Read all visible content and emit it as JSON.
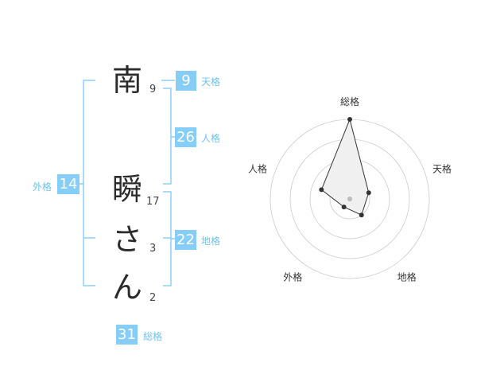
{
  "name": {
    "chars": [
      {
        "char": "南",
        "strokes": "9"
      },
      {
        "char": "瞬",
        "strokes": "17"
      },
      {
        "char": "さ",
        "strokes": "3"
      },
      {
        "char": "ん",
        "strokes": "2"
      }
    ],
    "suffix_note": ""
  },
  "kakusu": {
    "tenkaku": {
      "value": "9",
      "label": "天格"
    },
    "jinkaku": {
      "value": "26",
      "label": "人格"
    },
    "chikaku": {
      "value": "22",
      "label": "地格"
    },
    "gaikaku": {
      "value": "14",
      "label": "外格"
    },
    "soukaku": {
      "value": "31",
      "label": "総格"
    }
  },
  "chart_data": {
    "type": "radar",
    "axes": [
      "総格",
      "天格",
      "地格",
      "外格",
      "人格"
    ],
    "values": [
      4,
      1,
      1,
      0.5,
      1.5
    ],
    "rmax": 4,
    "rings": 4,
    "colors": {
      "fill": "#f0f0f0",
      "stroke": "#333333",
      "grid": "#cccccc",
      "center": "#bbbbbb"
    }
  }
}
